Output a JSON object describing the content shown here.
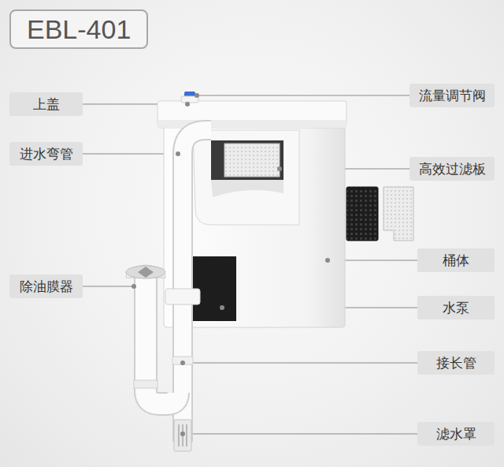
{
  "diagram": {
    "title": "EBL-401",
    "nodes": [
      {
        "text": [
          "流量调节阀"
        ]
      },
      {
        "text": [
          "上盖"
        ]
      },
      {
        "text": [
          "进水弯管"
        ]
      },
      {
        "text": [
          "高效过滤板"
        ]
      },
      {
        "text": [
          "桶体"
        ]
      },
      {
        "text": [
          "除油膜器"
        ]
      },
      {
        "text": [
          "水泵"
        ]
      },
      {
        "text": [
          "接长管"
        ]
      },
      {
        "text": [
          "滤水罩"
        ]
      }
    ]
  }
}
